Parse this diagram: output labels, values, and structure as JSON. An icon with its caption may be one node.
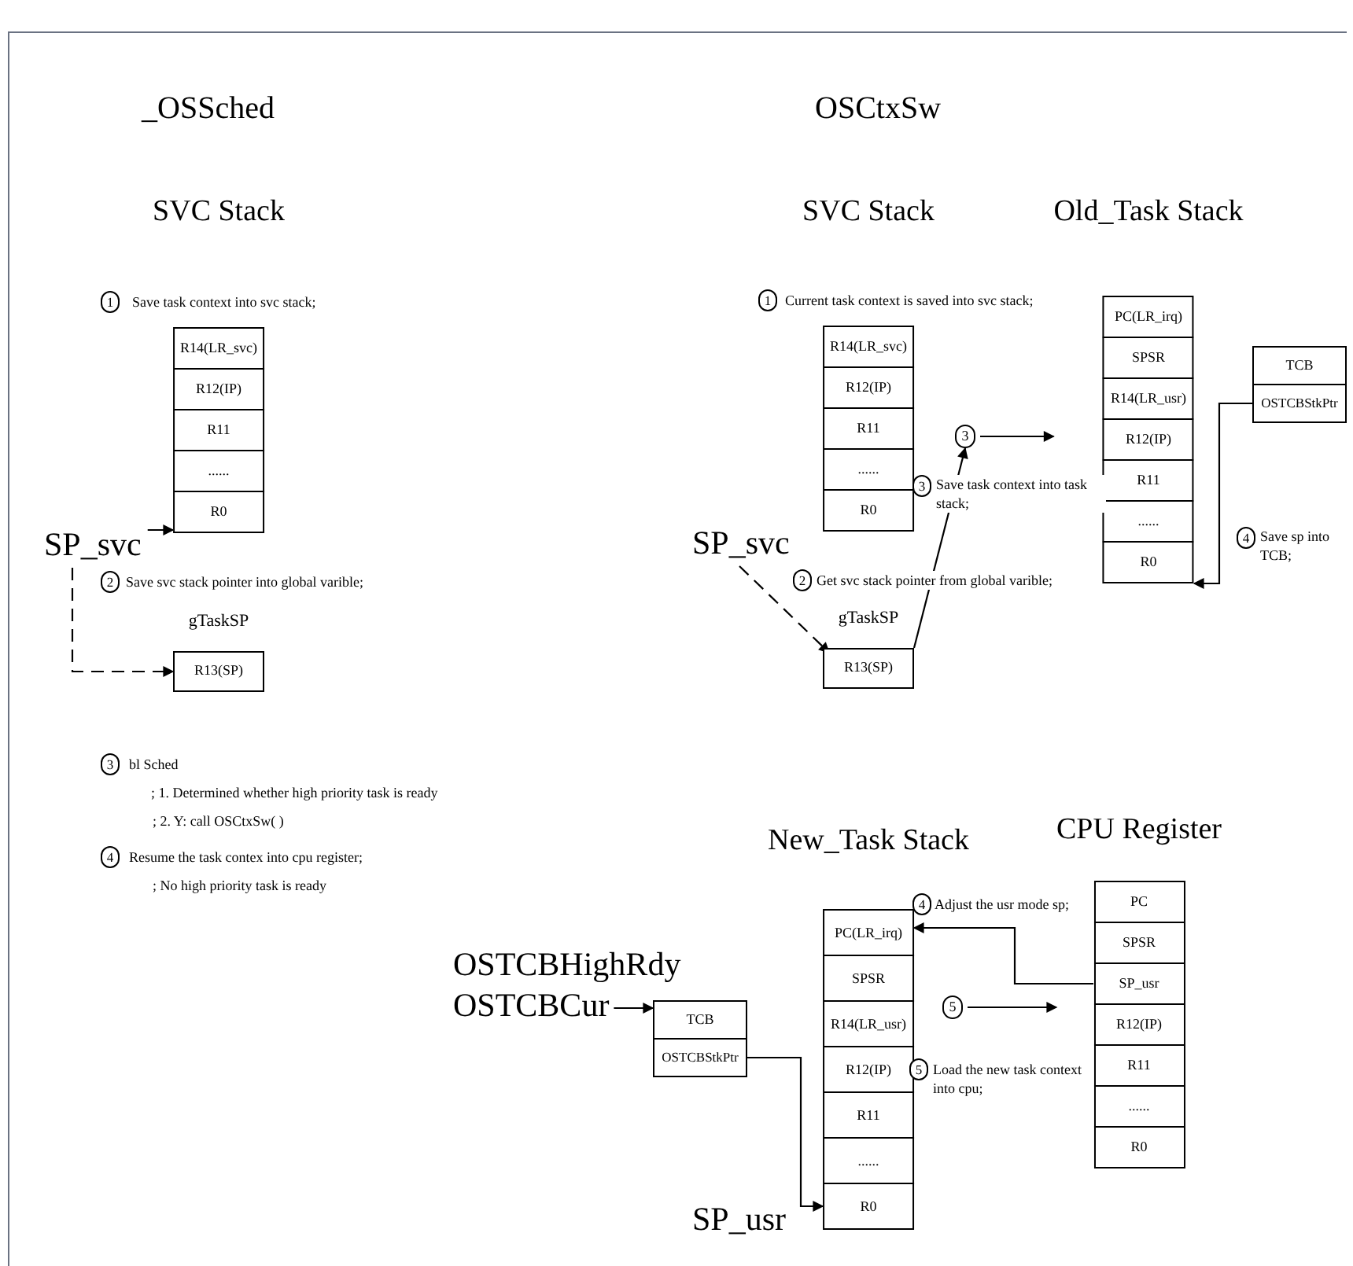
{
  "diagram": {
    "nodes": [
      {
        "text": [
          "SVC Stack"
        ]
      },
      {
        "text": [
          "R14(LR_svc)"
        ],
        "in": 0
      },
      {
        "text": [
          "R12(IP)"
        ],
        "in": 0
      },
      {
        "text": [
          "R11"
        ],
        "in": 0
      },
      {
        "text": [
          "......"
        ],
        "in": 0
      },
      {
        "text": [
          "R0"
        ],
        "in": 0
      },
      {
        "text": [
          "SP_svc"
        ]
      },
      {
        "text": [
          "gTaskSP",
          "R13(SP)"
        ]
      },
      {
        "text": [
          "SVC Stack"
        ]
      },
      {
        "text": [
          "R14(LR_svc)"
        ],
        "in": 8
      },
      {
        "text": [
          "R12(IP)"
        ],
        "in": 8
      },
      {
        "text": [
          "R11"
        ],
        "in": 8
      },
      {
        "text": [
          "......"
        ],
        "in": 8
      },
      {
        "text": [
          "R0"
        ],
        "in": 8
      },
      {
        "text": [
          "SP_svc"
        ]
      },
      {
        "text": [
          "gTaskSP",
          "R13(SP)"
        ]
      },
      {
        "text": [
          "3"
        ]
      },
      {
        "text": [
          "Old_Task Stack"
        ]
      },
      {
        "text": [
          "PC(LR_irq)"
        ],
        "in": 17
      },
      {
        "text": [
          "SPSR"
        ],
        "in": 17
      },
      {
        "text": [
          "R14(LR_usr)"
        ],
        "in": 17
      },
      {
        "text": [
          "R12(IP)"
        ],
        "in": 17
      },
      {
        "text": [
          "R11"
        ],
        "in": 17
      },
      {
        "text": [
          "......"
        ],
        "in": 17
      },
      {
        "text": [
          "R0"
        ],
        "in": 17
      },
      {
        "text": [
          "TCB"
        ]
      },
      {
        "text": [
          "OSTCBStkPtr"
        ],
        "in": 25
      },
      {
        "text": [
          "New_Task Stack"
        ]
      },
      {
        "text": [
          "PC(LR_irq)"
        ],
        "in": 27
      },
      {
        "text": [
          "SPSR"
        ],
        "in": 27
      },
      {
        "text": [
          "R14(LR_usr)"
        ],
        "in": 27
      },
      {
        "text": [
          "R12(IP)"
        ],
        "in": 27
      },
      {
        "text": [
          "R11"
        ],
        "in": 27
      },
      {
        "text": [
          "......"
        ],
        "in": 27
      },
      {
        "text": [
          "R0"
        ],
        "in": 27
      },
      {
        "text": [
          "CPU Register"
        ]
      },
      {
        "text": [
          "PC"
        ],
        "in": 35
      },
      {
        "text": [
          "SPSR"
        ],
        "in": 35
      },
      {
        "text": [
          "SP_usr"
        ],
        "in": 35
      },
      {
        "text": [
          "R12(IP)"
        ],
        "in": 35
      },
      {
        "text": [
          "R11"
        ],
        "in": 35
      },
      {
        "text": [
          "......"
        ],
        "in": 35
      },
      {
        "text": [
          "R0"
        ],
        "in": 35
      },
      {
        "text": [
          "OSTCBCur"
        ]
      },
      {
        "text": [
          "TCB"
        ]
      },
      {
        "text": [
          "OSTCBStkPtr"
        ],
        "in": 44
      },
      {
        "text": [
          "5"
        ]
      },
      {
        "text": [
          "1"
        ],
        "beside": [
          "Save task context into svc stack;"
        ]
      },
      {
        "text": [
          "2"
        ],
        "beside": [
          "Save svc stack pointer into global varible;"
        ]
      },
      {
        "text": [
          "3"
        ],
        "beside": [
          "bl Sched",
          "; 1. Determined whether high priority task is ready",
          "; 2. Y: call OSCtxSw( )"
        ]
      },
      {
        "text": [
          "4"
        ],
        "beside": [
          "Resume the task contex into cpu register;",
          "; No high priority task is ready"
        ]
      },
      {
        "text": [
          "1"
        ],
        "beside": [
          "Current task context is saved into svc stack;"
        ]
      },
      {
        "text": [
          "3"
        ],
        "beside": [
          "Save task context into task stack;"
        ]
      },
      {
        "text": [
          "2"
        ],
        "beside": [
          "Get svc stack pointer from global varible;"
        ]
      },
      {
        "text": [
          "4"
        ],
        "beside": [
          "Save sp into TCB;"
        ]
      },
      {
        "text": [
          "4"
        ],
        "beside": [
          "Adjust the usr mode sp;"
        ]
      },
      {
        "text": [
          "5"
        ],
        "beside": [
          "Load the new task context into cpu;"
        ]
      }
    ],
    "edges": [
      {
        "from": 6,
        "to": 5,
        "arrow": "to"
      },
      {
        "from": 6,
        "to": 7,
        "arrow": "to",
        "style": "dashed"
      },
      {
        "from": 14,
        "to": 15,
        "arrow": "to",
        "style": "dashed"
      },
      {
        "from": 15,
        "to": 16,
        "arrow": "to"
      },
      {
        "from": 16,
        "to": 17,
        "arrow": "to"
      },
      {
        "from": 26,
        "to": 24,
        "arrow": "to"
      },
      {
        "from": 43,
        "to": 44,
        "arrow": "to"
      },
      {
        "from": 45,
        "to": 34,
        "arrow": "to"
      },
      {
        "from": 38,
        "to": 28,
        "arrow": "to"
      },
      {
        "from": 46,
        "to": 35,
        "arrow": "to"
      }
    ],
    "labels": [
      "_OSSched",
      "OSCtxSw",
      "OSTCBHighRdy",
      "SP_usr"
    ]
  }
}
